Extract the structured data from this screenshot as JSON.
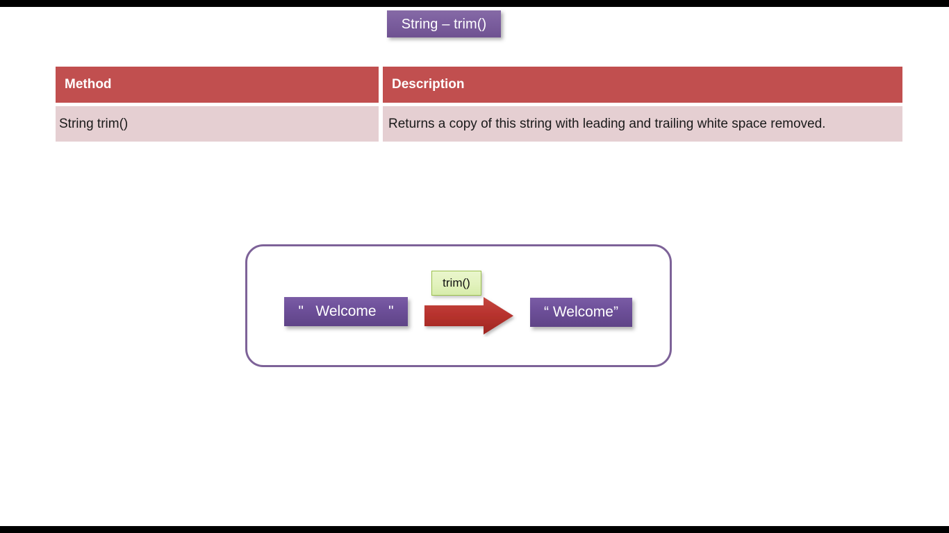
{
  "slide": {
    "title": "String – trim()",
    "background_color": "#ffffff",
    "letterbox_color": "#000000",
    "title_banner_color": "#7b5e9e"
  },
  "table": {
    "headers": [
      "Method",
      "Description"
    ],
    "header_color": "#c14f4f",
    "row_color": "#e5cfd2",
    "rows": [
      {
        "method": "String trim()",
        "description": "Returns a copy of this string with leading and trailing white space removed."
      }
    ]
  },
  "diagram": {
    "border_color": "#7d6298",
    "input_box": {
      "text": "\"   Welcome   \"",
      "color": "#6e509a"
    },
    "operation_label": {
      "text": "trim()",
      "color": "#e2f2bd"
    },
    "arrow": {
      "name": "right-arrow",
      "color": "#b8332e"
    },
    "output_box": {
      "text": "“ Welcome”",
      "color": "#6e509a"
    }
  }
}
